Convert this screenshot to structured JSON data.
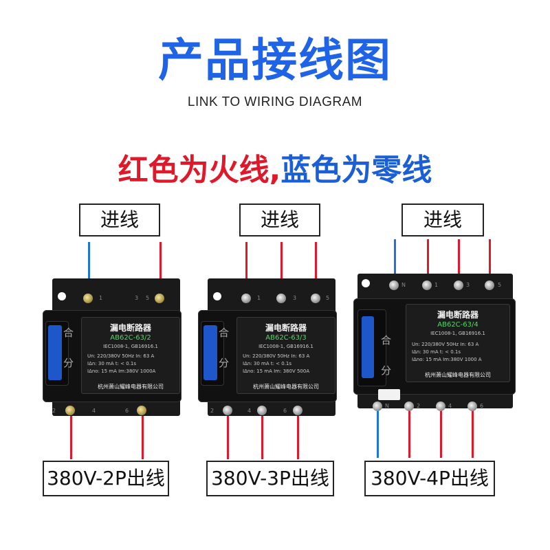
{
  "header": {
    "title": "产品接线图",
    "subtitle": "LINK TO WIRING DIAGRAM",
    "headline_red": "红色为火线,",
    "headline_blue": "蓝色为零线"
  },
  "breakers": [
    {
      "input_label": "进线",
      "output_label": "380V-2P出线",
      "name": "漏电断路器",
      "model": "AB62C-63/2",
      "standard": "IEC1008-1, GB16916.1",
      "spec_line1": "Un: 220/380V 50Hz  In: 63 A",
      "spec_line2": "IΔn: 30 mA        t: < 0.1s",
      "spec_line3": "IΔno: 15 mA     Im:380V 1000A",
      "maker": "杭州萧山耀峰电器有限公司",
      "switch_on": "合",
      "switch_off": "分",
      "terminal_nums_top": [
        "1",
        "3",
        "5"
      ],
      "terminal_nums_bottom": [
        "2",
        "4",
        "6"
      ]
    },
    {
      "input_label": "进线",
      "output_label": "380V-3P出线",
      "name": "漏电断路器",
      "model": "AB62C-63/3",
      "standard": "IEC1008-1, GB16916.1",
      "spec_line1": "Un: 220/380V 50Hz  In: 63 A",
      "spec_line2": "IΔn: 30 mA        t: < 0.1s",
      "spec_line3": "IΔno: 15 mA     Im: 380V 500A",
      "maker": "杭州萧山耀峰电器有限公司",
      "switch_on": "合",
      "switch_off": "分",
      "terminal_nums_top": [
        "1",
        "3",
        "5"
      ],
      "terminal_nums_bottom": [
        "2",
        "4",
        "6"
      ]
    },
    {
      "input_label": "进线",
      "output_label": "380V-4P出线",
      "name": "漏电断路器",
      "model": "AB62C-63/4",
      "standard": "IEC1008-1, GB16916.1",
      "spec_line1": "Un: 220/380V 50Hz  In: 63 A",
      "spec_line2": "IΔn: 30 mA        t: < 0.1s",
      "spec_line3": "IΔno: 15 mA     Im:380V 1000 A",
      "maker": "杭州萧山耀峰电器有限公司",
      "switch_on": "合",
      "switch_off": "分",
      "terminal_nums_top": [
        "N",
        "1",
        "3",
        "5"
      ],
      "terminal_nums_bottom": [
        "N",
        "2",
        "4",
        "6"
      ]
    }
  ],
  "colors": {
    "live_wire": "#e0192a",
    "neutral_wire": "#1e74d8",
    "title": "#1f63e6"
  }
}
